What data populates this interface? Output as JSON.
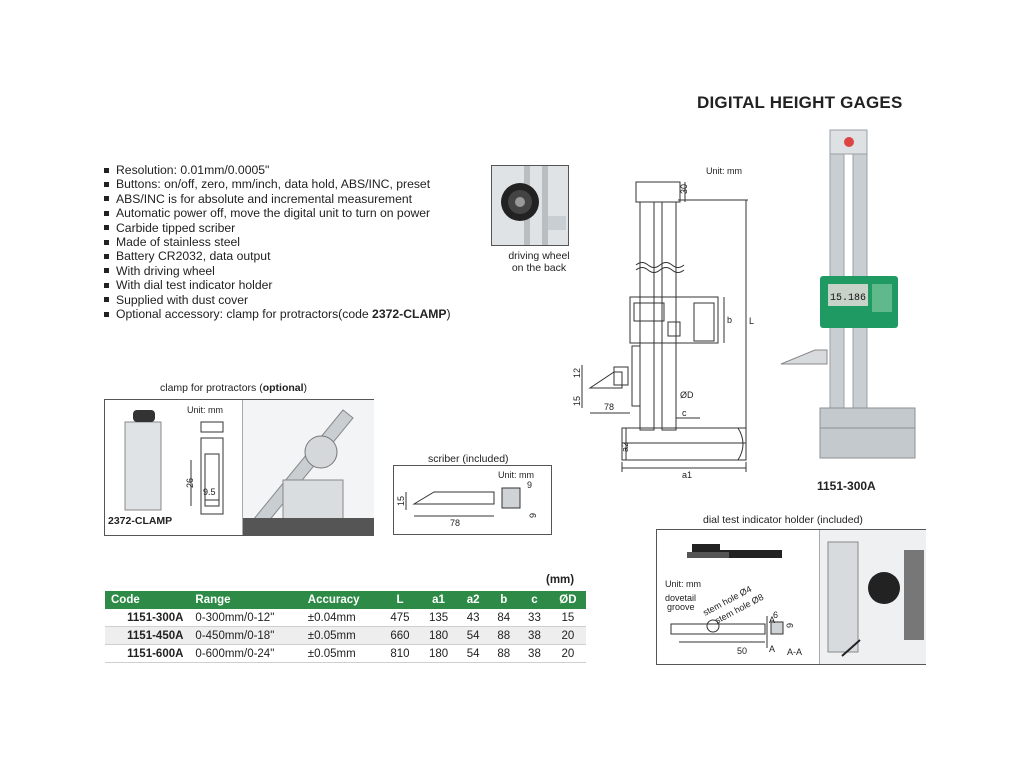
{
  "title": "DIGITAL HEIGHT GAGES",
  "features": [
    {
      "text": "Resolution: 0.01mm/0.0005\"",
      "bold": ""
    },
    {
      "text": "Buttons: on/off, zero, mm/inch, data hold, ABS/INC, preset",
      "bold": ""
    },
    {
      "text": "ABS/INC is for absolute and incremental measurement",
      "bold": ""
    },
    {
      "text": "Automatic power off, move the digital unit to turn on power",
      "bold": ""
    },
    {
      "text": "Carbide tipped scriber",
      "bold": ""
    },
    {
      "text": "Made of stainless steel",
      "bold": ""
    },
    {
      "text": "Battery CR2032, data output",
      "bold": ""
    },
    {
      "text": "With driving wheel",
      "bold": ""
    },
    {
      "text": "With dial test indicator holder",
      "bold": ""
    },
    {
      "text": "Supplied with dust cover",
      "bold": ""
    },
    {
      "text": "Optional accessory: clamp for protractors(code ",
      "bold": "2372-CLAMP",
      "after": ")"
    }
  ],
  "driving_wheel": {
    "line1": "driving wheel",
    "line2": "on the back"
  },
  "main_drawing": {
    "unit": "Unit: mm",
    "labels": {
      "d30": "30",
      "b": "b",
      "L": "L",
      "d12": "12",
      "d15": "15",
      "d78": "78",
      "OD": "ØD",
      "c": "c",
      "a2": "a2",
      "a1": "a1"
    }
  },
  "product_photo": {
    "display": "15.186",
    "model": "1151-300A"
  },
  "clamp": {
    "caption_prefix": "clamp for protractors (",
    "caption_bold": "optional",
    "caption_suffix": ")",
    "code": "2372-CLAMP",
    "unit": "Unit: mm",
    "dim26": "26",
    "dim95": "9.5"
  },
  "scriber": {
    "caption": "scriber (included)",
    "unit": "Unit: mm",
    "d15": "15",
    "d78": "78",
    "d9a": "9",
    "d9b": "9"
  },
  "dial_holder": {
    "caption": "dial test indicator holder (included)",
    "unit": "Unit: mm",
    "dovetail1": "dovetail",
    "dovetail2": "groove",
    "stem4": "stem hole Ø4",
    "stem8": "stem hole Ø8",
    "A1": "A",
    "A2": "A",
    "AA": "A-A",
    "d50": "50",
    "d9": "9",
    "d6": "6"
  },
  "table": {
    "unit": "(mm)",
    "headers": [
      "Code",
      "Range",
      "Accuracy",
      "L",
      "a1",
      "a2",
      "b",
      "c",
      "ØD"
    ],
    "rows": [
      [
        "1151-300A",
        "0-300mm/0-12\"",
        "±0.04mm",
        "475",
        "135",
        "43",
        "84",
        "33",
        "15"
      ],
      [
        "1151-450A",
        "0-450mm/0-18\"",
        "±0.05mm",
        "660",
        "180",
        "54",
        "88",
        "38",
        "20"
      ],
      [
        "1151-600A",
        "0-600mm/0-24\"",
        "±0.05mm",
        "810",
        "180",
        "54",
        "88",
        "38",
        "20"
      ]
    ]
  },
  "colors": {
    "accent": "#2e8b47",
    "display": "#1f9a63"
  }
}
